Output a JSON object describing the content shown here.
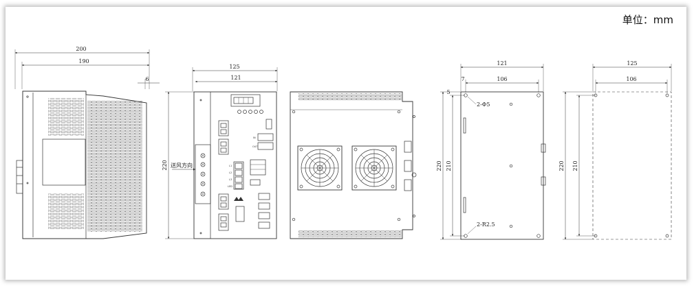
{
  "unit_label": "单位：mm",
  "dims": {
    "side_total_width": "200",
    "side_body_width": "190",
    "side_offset": "6",
    "front_total_width": "125",
    "front_body_width": "121",
    "front_height": "220",
    "airflow_label": "送风方向",
    "mount_width": "121",
    "mount_hole_spacing": "106",
    "mount_offset": "7",
    "mount_offset_top": "5",
    "mount_height": "220",
    "mount_hole_height": "210",
    "mount_hole_dia": "2-Φ5",
    "mount_slot_radius": "2-R2.5",
    "cutout_width": "125",
    "cutout_hole_spacing": "106",
    "cutout_height": "220",
    "cutout_hole_height": "210"
  },
  "front_panel": {
    "terminal_labels": [
      "L1",
      "L2",
      "L3",
      "LED"
    ],
    "port_labels": [
      "IN",
      "OUT"
    ],
    "brand_marks": [
      "▲▲"
    ]
  }
}
